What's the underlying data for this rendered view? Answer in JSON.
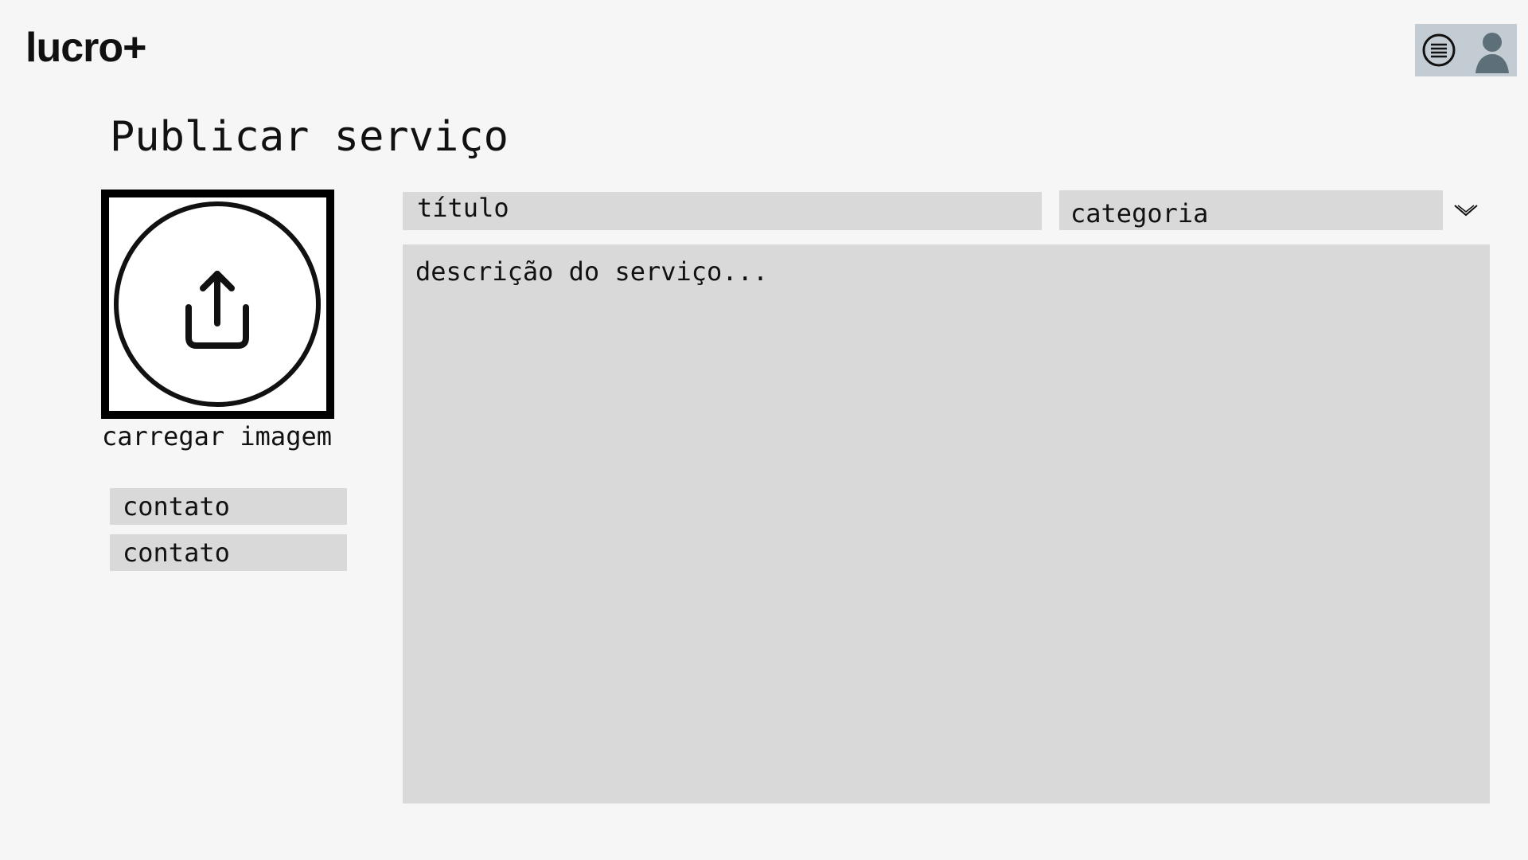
{
  "header": {
    "logo": "lucro+",
    "menu_icon": "menu-lines-icon",
    "avatar_icon": "user-avatar-icon",
    "actions_bg": "#c4ccd3"
  },
  "page": {
    "title": "Publicar serviço"
  },
  "upload": {
    "icon": "upload-share-icon",
    "label": "carregar imagem"
  },
  "contacts": [
    {
      "placeholder": "contato"
    },
    {
      "placeholder": "contato"
    }
  ],
  "form": {
    "title_placeholder": "título",
    "category_placeholder": "categoria",
    "category_icon": "chevron-down-icon",
    "description_placeholder": "descrição do serviço...",
    "field_bg": "#d9d9d9"
  }
}
